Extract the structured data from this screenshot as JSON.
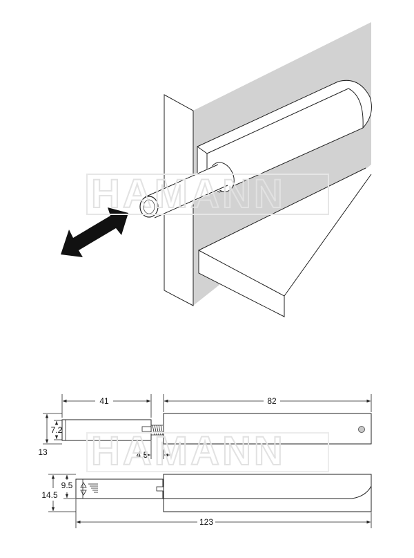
{
  "watermark": {
    "text": "HAMANN"
  },
  "dimensions": {
    "d41": "41",
    "d82": "82",
    "d72": "7.2",
    "d13": "13",
    "d45": "4.5",
    "d95": "9.5",
    "d145": "14.5",
    "d123": "123"
  },
  "colors": {
    "wall": "#d2d2d2",
    "outline": "#222222",
    "arrow": "#111111",
    "watermark": "#e2e2e2"
  }
}
